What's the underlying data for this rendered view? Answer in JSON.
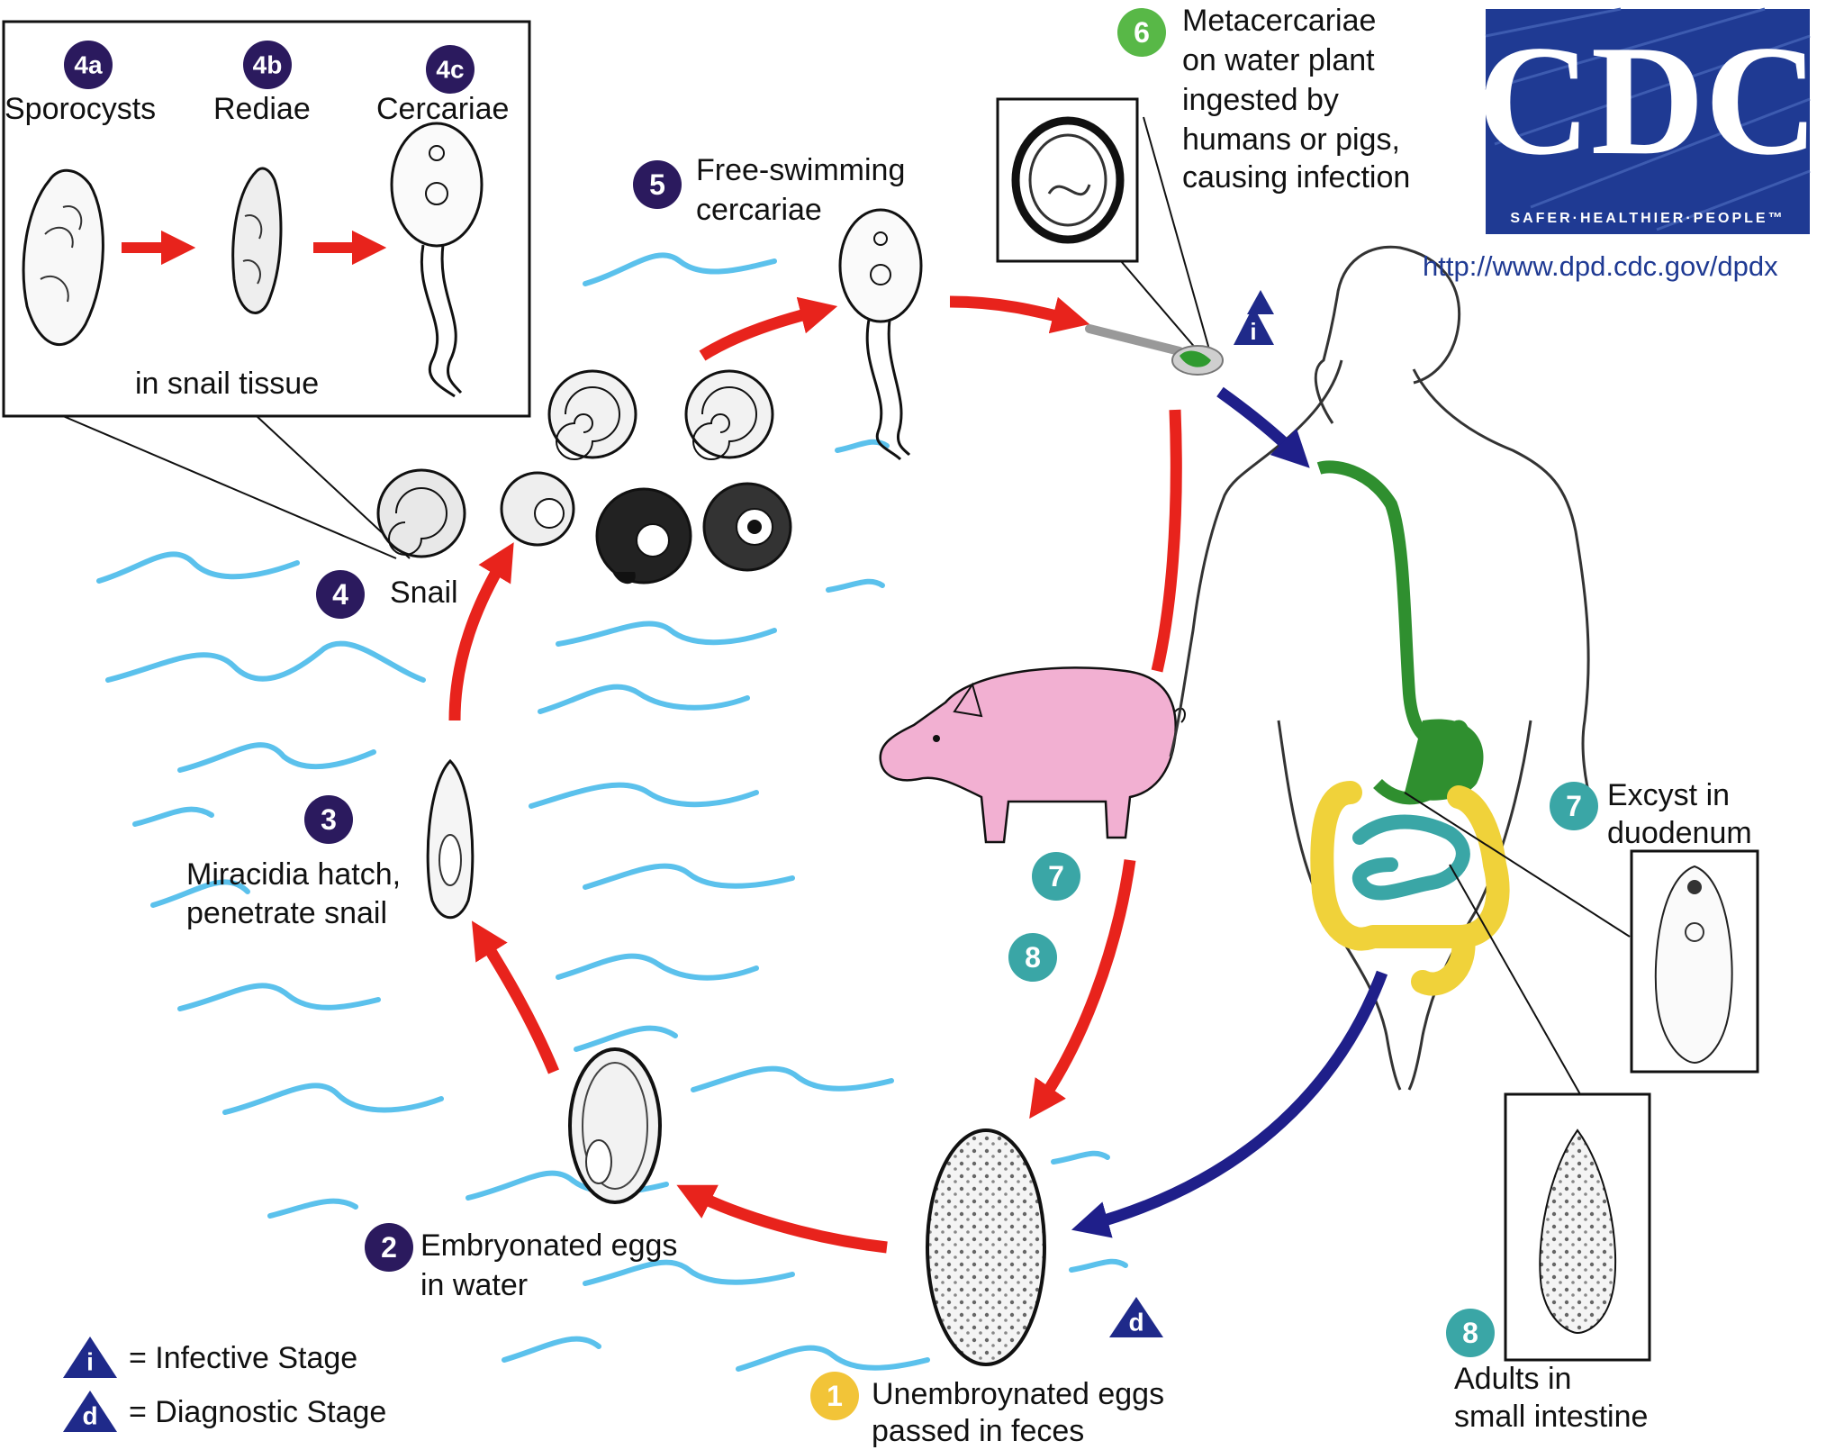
{
  "logo": {
    "text": "CDC",
    "tagline": "SAFER·HEALTHIER·PEOPLE™",
    "url": "http://www.dpd.cdc.gov/dpdx",
    "color": "#1f3a93",
    "icon": "cdc-logo"
  },
  "inset": {
    "caption": "in snail tissue"
  },
  "stages": {
    "s1": {
      "badge": "1",
      "label_line1": "Unembroynated eggs",
      "label_line2": "passed in feces",
      "color": "#f2c438"
    },
    "s2": {
      "badge": "2",
      "label_line1": "Embryonated eggs",
      "label_line2": "in water",
      "color": "#2b1a5e"
    },
    "s3": {
      "badge": "3",
      "label_line1": "Miracidia hatch,",
      "label_line2": "penetrate snail",
      "color": "#2b1a5e"
    },
    "s4": {
      "badge": "4",
      "label_line1": "Snail",
      "color": "#2b1a5e"
    },
    "s4a": {
      "badge": "4a",
      "label_line1": "Sporocysts",
      "color": "#2b1a5e"
    },
    "s4b": {
      "badge": "4b",
      "label_line1": "Rediae",
      "color": "#2b1a5e"
    },
    "s4c": {
      "badge": "4c",
      "label_line1": "Cercariae",
      "color": "#2b1a5e"
    },
    "s5": {
      "badge": "5",
      "label_line1": "Free-swimming",
      "label_line2": "cercariae",
      "color": "#2b1a5e"
    },
    "s6": {
      "badge": "6",
      "label_line1": "Metacercariae",
      "label_line2": "on water plant",
      "label_line3": "ingested by",
      "label_line4": "humans or pigs,",
      "label_line5": "causing infection",
      "color": "#58b847"
    },
    "s7": {
      "badge": "7",
      "label_line1": "Excyst in",
      "label_line2": "duodenum",
      "color": "#3aa6a6"
    },
    "s7pig": {
      "badge": "7"
    },
    "s8": {
      "badge": "8",
      "label_line1": "Adults in",
      "label_line2": "small intestine",
      "color": "#3aa6a6"
    },
    "s8pig": {
      "badge": "8"
    }
  },
  "markers": {
    "infective": {
      "symbol": "i"
    },
    "diagnostic": {
      "symbol": "d"
    }
  },
  "legend": {
    "infective": {
      "symbol": "i",
      "label": "= Infective Stage"
    },
    "diagnostic": {
      "symbol": "d",
      "label": "= Diagnostic Stage"
    },
    "triangle_color": "#1f2a8a"
  },
  "colors": {
    "arrow_red": "#e8231c",
    "arrow_blue": "#1f1f8a",
    "water": "#5bc1ec",
    "pig": "#f2b0d2",
    "gut_green": "#2f8f2f",
    "colon_yellow": "#f0d23a",
    "small_intestine_teal": "#3aa6a6"
  }
}
